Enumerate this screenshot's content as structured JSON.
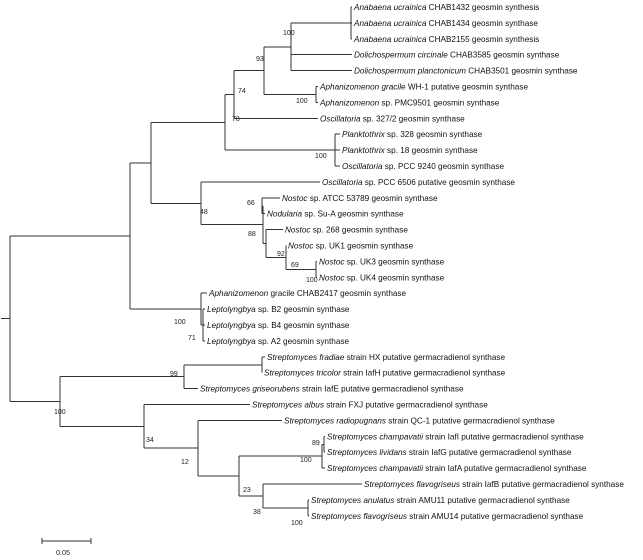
{
  "figure": {
    "type": "phylogenetic-tree",
    "scale_bar_label": "0.05"
  },
  "leaves": [
    {
      "genus": "Anabaena",
      "epithet": "ucrainica",
      "rest": " CHAB1432 geosmin synthesis"
    },
    {
      "genus": "Anabaena",
      "epithet": "ucrainica",
      "rest": " CHAB1434 geosmin synthase"
    },
    {
      "genus": "Anabaena",
      "epithet": "ucrainica",
      "rest": " CHAB2155 geosmin synthesis"
    },
    {
      "genus": "Dolichospermum",
      "epithet": "circinale",
      "rest": " CHAB3585 geosmin synthase"
    },
    {
      "genus": "Dolichospermum",
      "epithet": "planctonicum",
      "rest": " CHAB3501 geosmin synthase"
    },
    {
      "genus": "Aphanizomenon",
      "epithet": "gracile",
      "rest": " WH-1 putative geosmin synthase"
    },
    {
      "genus": "Aphanizomenon",
      "epithet": "",
      "rest": " sp. PMC9501 geosmin synthase"
    },
    {
      "genus": "Oscillatoria",
      "epithet": "",
      "rest": " sp. 327/2 geosmin synthase"
    },
    {
      "genus": "Planktothrix",
      "epithet": "",
      "rest": " sp. 328 geosmin synthase"
    },
    {
      "genus": "Planktothrix",
      "epithet": "",
      "rest": " sp. 18 geosmin synthase"
    },
    {
      "genus": "Oscillatoria",
      "epithet": "",
      "rest": " sp. PCC 9240 geosmin synthase"
    },
    {
      "genus": "Oscillatoria",
      "epithet": "",
      "rest": " sp. PCC 6506 putative geosmin synthase"
    },
    {
      "genus": "Nostoc",
      "epithet": "",
      "rest": " sp. ATCC 53789 geosmin synthase"
    },
    {
      "genus": "Nodularia",
      "epithet": "",
      "rest": " sp. Su-A geosmin synthase"
    },
    {
      "genus": "Nostoc",
      "epithet": "",
      "rest": " sp. 268 geosmin synthase"
    },
    {
      "genus": "Nostoc",
      "epithet": "",
      "rest": " sp. UK1 geosmin synthase"
    },
    {
      "genus": "Nostoc",
      "epithet": "",
      "rest": " sp. UK3 geosmin synthase"
    },
    {
      "genus": "Nostoc",
      "epithet": "",
      "rest": " sp. UK4 geosmin synthase"
    },
    {
      "genus": "Aphanizomenon",
      "epithet": "",
      "rest": " gracile CHAB2417 geosmin synthase"
    },
    {
      "genus": "Leptolyngbya",
      "epithet": "",
      "rest": " sp. B2 geosmin synthase"
    },
    {
      "genus": "Leptolyngbya",
      "epithet": "",
      "rest": " sp. B4 geosmin synthase"
    },
    {
      "genus": "Leptolyngbya",
      "epithet": "",
      "rest": " sp. A2 geosmin synthase"
    },
    {
      "genus": "Streptomyces",
      "epithet": "fradiae",
      "rest": " strain HX putative germacradienol synthase"
    },
    {
      "genus": "Streptomyces",
      "epithet": "tricolor",
      "rest": " strain IafH putative germacradienol synthase"
    },
    {
      "genus": "Streptomyces",
      "epithet": "griseorubens",
      "rest": " strain IafE putative germacradienol synthase"
    },
    {
      "genus": "Streptomyces",
      "epithet": "albus",
      "rest": " strain FXJ putative germacradienol synthase"
    },
    {
      "genus": "Streptomyces",
      "epithet": "radiopugnans",
      "rest": " strain QC-1 putative germacradienol synthase"
    },
    {
      "genus": "Streptomyces",
      "epithet": "champavatii",
      "rest": " strain IafI putative germacradienol synthase"
    },
    {
      "genus": "Streptomyces",
      "epithet": "lividans",
      "rest": " strain IafG putative germacradienol synthase"
    },
    {
      "genus": "Streptomyces",
      "epithet": "champavatii",
      "rest": " strain IafA putative germacradienol synthase"
    },
    {
      "genus": "Streptomyces",
      "epithet": "flavogriseus",
      "rest": " strain IafB putative germacradienol synthase"
    },
    {
      "genus": "Streptomyces",
      "epithet": "anulatus",
      "rest": " strain AMU11 putative germacradienol synthase"
    },
    {
      "genus": "Streptomyces",
      "epithet": "flavogriseus",
      "rest": " strain AMU14 putative germacradienol synthase"
    }
  ],
  "bootstrap_values": [
    "100",
    "93",
    "74",
    "100",
    "78",
    "100",
    "66",
    "48",
    "88",
    "92",
    "69",
    "100",
    "100",
    "71",
    "99",
    "100",
    "89",
    "100",
    "12",
    "34",
    "23",
    "38",
    "100"
  ]
}
